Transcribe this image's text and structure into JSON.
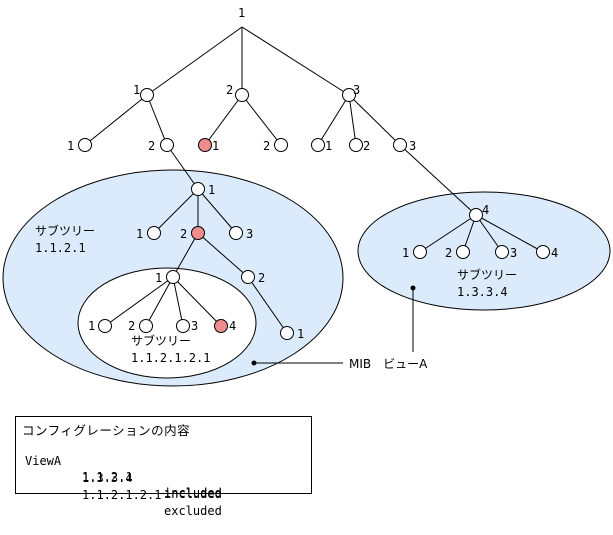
{
  "colors": {
    "subtree_fill": "#dcebfb",
    "excluded_fill": "#ffffff",
    "highlight_node": "#f08c8c",
    "node_fill": "#ffffff",
    "stroke": "#000000"
  },
  "tree": {
    "root_label": "1",
    "level2": [
      {
        "label": "1"
      },
      {
        "label": "2"
      },
      {
        "label": "3"
      }
    ],
    "level3": [
      {
        "label": "1"
      },
      {
        "label": "2"
      },
      {
        "label": "1",
        "highlight": true
      },
      {
        "label": "2"
      },
      {
        "label": "1"
      },
      {
        "label": "2"
      },
      {
        "label": "3"
      }
    ],
    "subtree_1121": {
      "root_label": "1",
      "children": [
        {
          "label": "1"
        },
        {
          "label": "2",
          "highlight": true
        },
        {
          "label": "3"
        }
      ],
      "grandchildren": [
        {
          "label": "1"
        },
        {
          "label": "2"
        }
      ],
      "great_grandchild": {
        "label": "1"
      },
      "caption": "サブツリー",
      "oid": "1.1.2.1"
    },
    "subtree_112121": {
      "children": [
        {
          "label": "1"
        },
        {
          "label": "2"
        },
        {
          "label": "3"
        },
        {
          "label": "4",
          "highlight": true
        }
      ],
      "caption": "サブツリー",
      "oid": "1.1.2.1.2.1"
    },
    "subtree_1334": {
      "root_label": "4",
      "children": [
        {
          "label": "1"
        },
        {
          "label": "2"
        },
        {
          "label": "3"
        },
        {
          "label": "4"
        }
      ],
      "caption": "サブツリー",
      "oid": "1.3.3.4"
    },
    "mib_view_label": "MIB　ビューA"
  },
  "config": {
    "title": "コンフィグレーションの内容",
    "view_name": "ViewA",
    "rows": [
      {
        "oid": "1.1.2.1",
        "type": "included"
      },
      {
        "oid": "1.3.3.4",
        "type": "included"
      },
      {
        "oid": "1.1.2.1.2.1",
        "type": "excluded"
      }
    ]
  }
}
